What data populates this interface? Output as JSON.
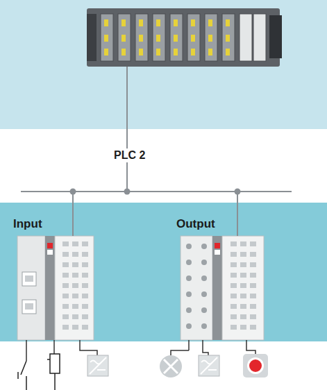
{
  "diagram": {
    "nodes": [
      {
        "text": [
          "Input"
        ]
      },
      {
        "text": [
          "Output"
        ]
      }
    ],
    "edges": [
      {
        "from": 0,
        "to": 1,
        "arrow": "none"
      }
    ],
    "labels": [
      "PLC 2"
    ]
  }
}
